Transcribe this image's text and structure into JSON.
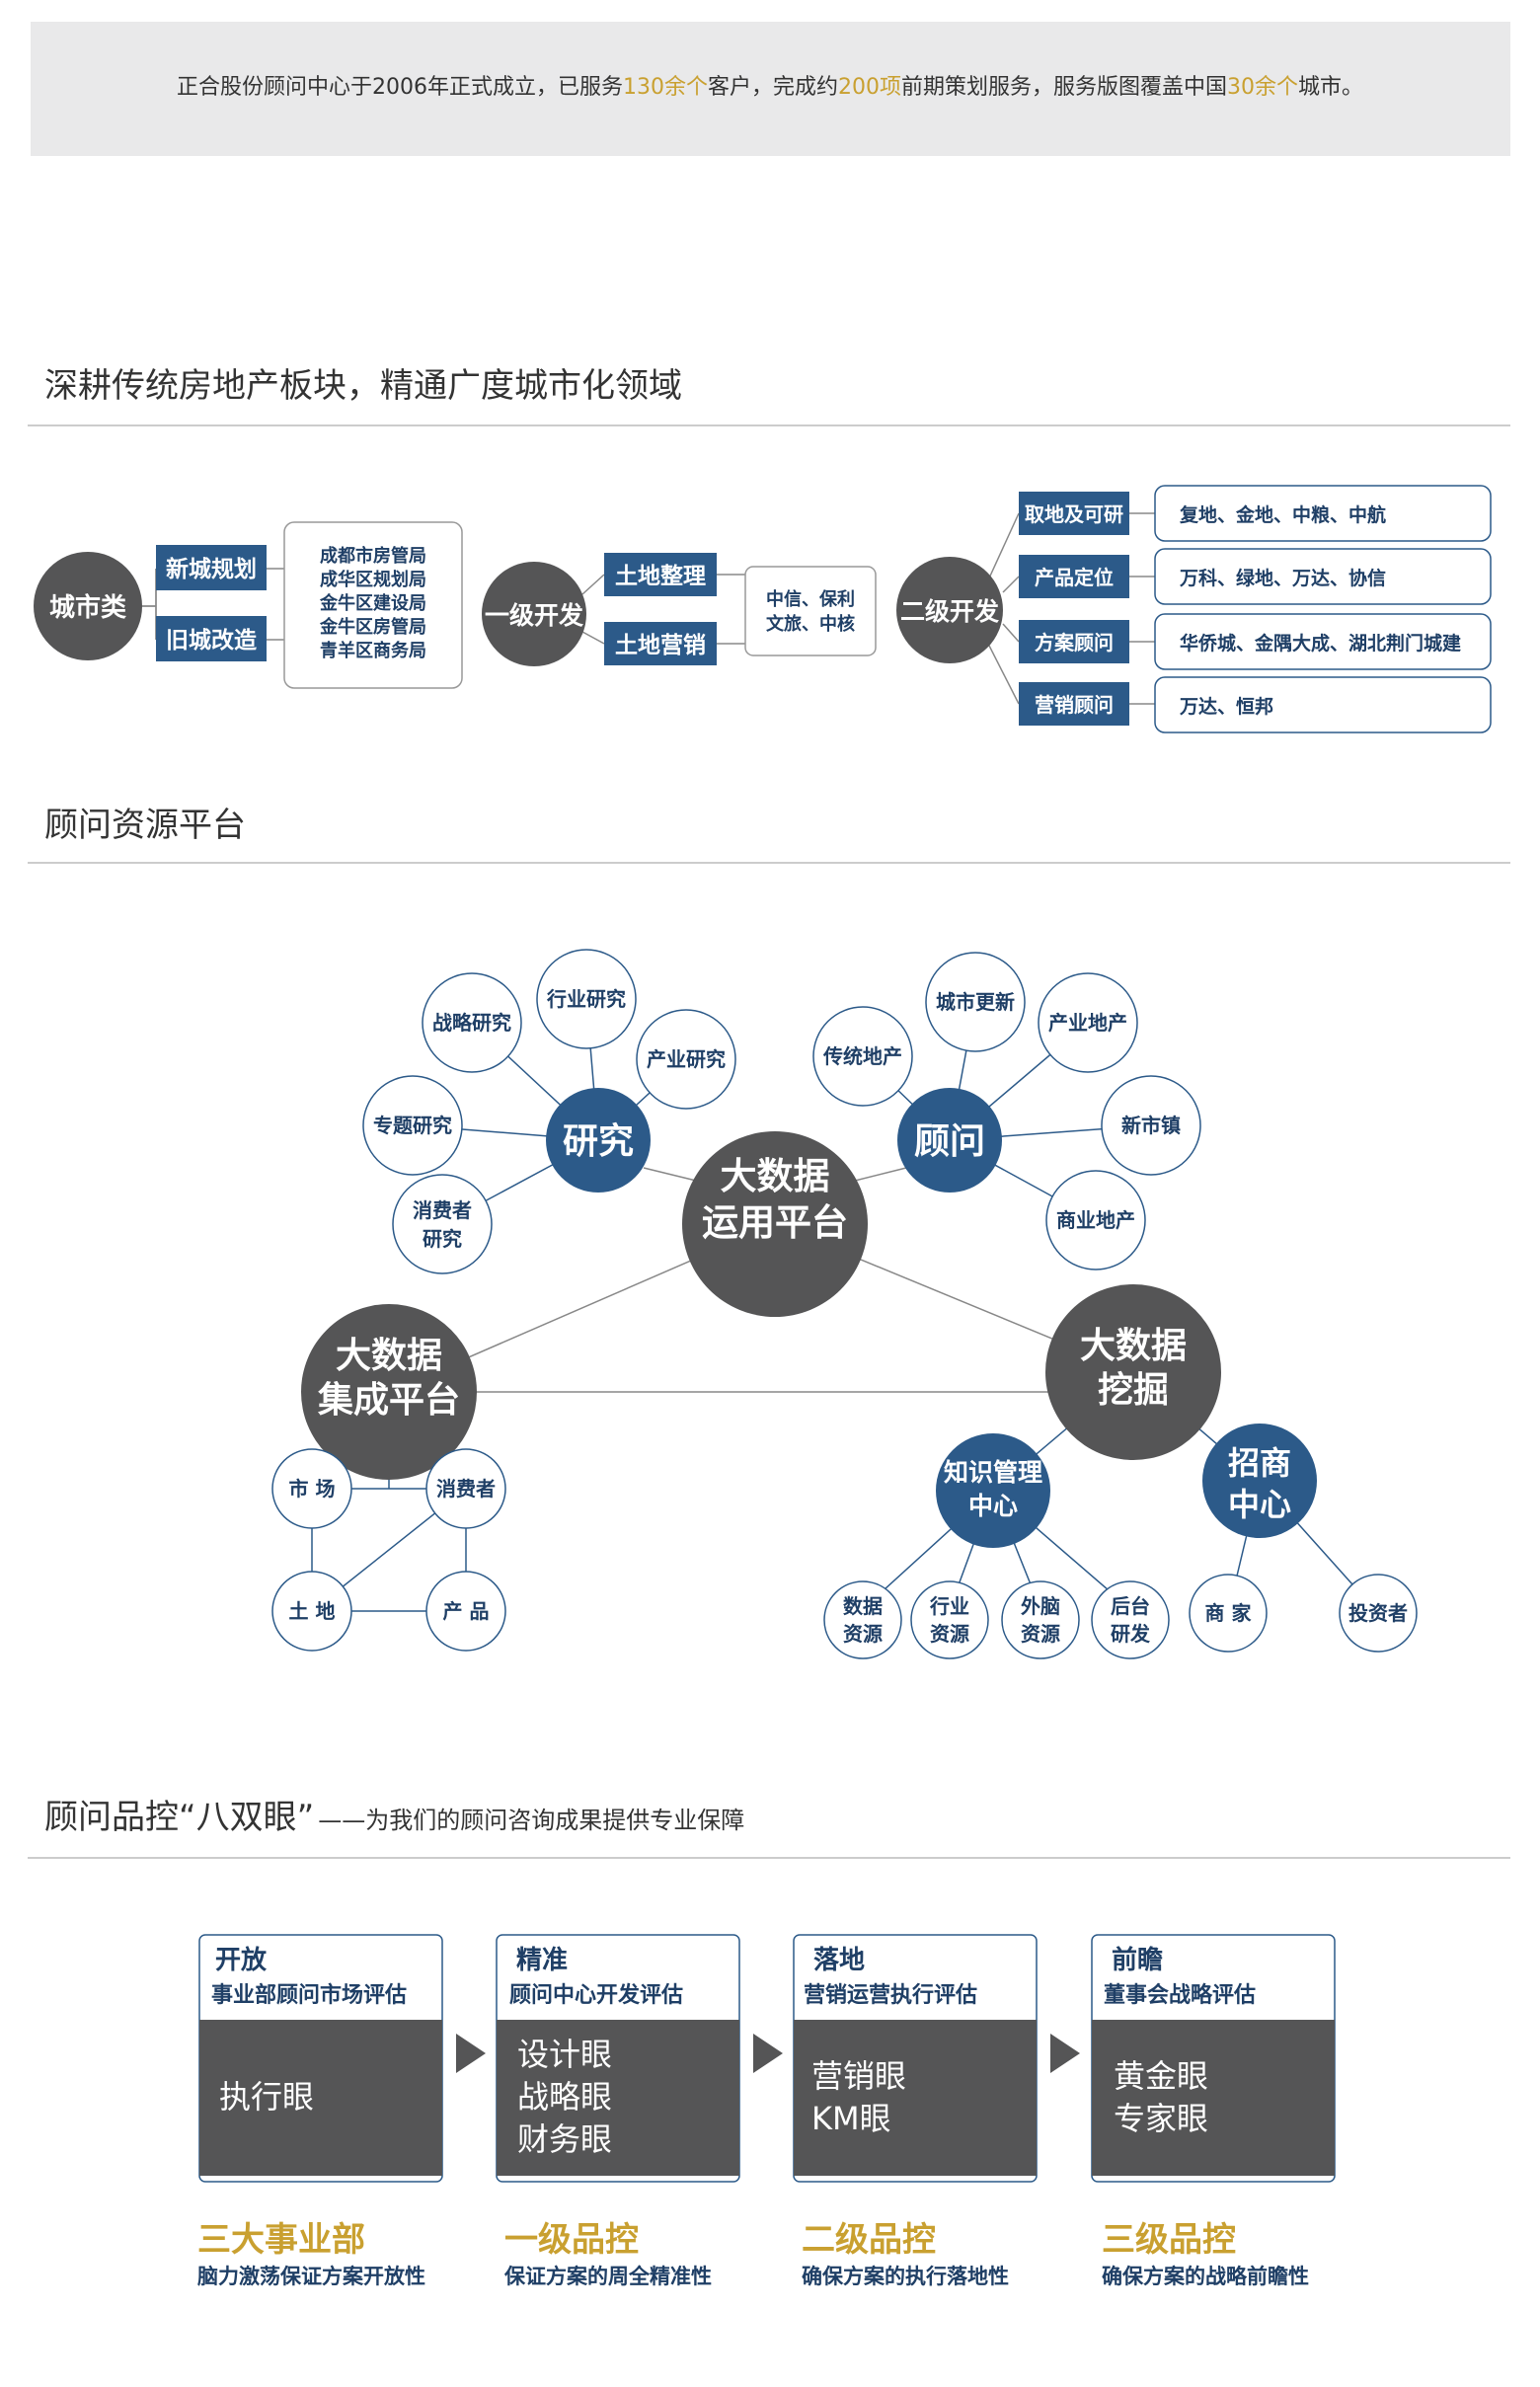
{
  "intro": {
    "prefix": "正合股份顾问中心于2006年正式成立，已服务",
    "n1": "130余个",
    "mid1": "客户，完成约",
    "n2": "200项",
    "mid2": "前期策划服务，服务版图覆盖中国",
    "n3": "30余个",
    "suffix": "城市。"
  },
  "section1": {
    "title": "深耕传统房地产板块，精通广度城市化领域",
    "city": {
      "hub": "城市类",
      "items": [
        "新城规划",
        "旧城改造"
      ],
      "clients": [
        "成都市房管局",
        "成华区规划局",
        "金牛区建设局",
        "金牛区房管局",
        "青羊区商务局"
      ]
    },
    "primary": {
      "hub": "一级开发",
      "items": [
        "土地整理",
        "土地营销"
      ],
      "clients": [
        "中信、保利",
        "文旅、中核"
      ]
    },
    "secondary": {
      "hub": "二级开发",
      "items": [
        {
          "label": "取地及可研",
          "clients": "复地、金地、中粮、中航"
        },
        {
          "label": "产品定位",
          "clients": "万科、绿地、万达、协信"
        },
        {
          "label": "方案顾问",
          "clients": "华侨城、金隅大成、湖北荆门城建"
        },
        {
          "label": "营销顾问",
          "clients": "万达、恒邦"
        }
      ]
    }
  },
  "section2": {
    "title": "顾问资源平台",
    "center": [
      "大数据",
      "运用平台"
    ],
    "research": {
      "hub": "研究",
      "nodes": [
        "战略研究",
        "行业研究",
        "产业研究",
        "专题研究",
        "消费者",
        "研究"
      ]
    },
    "advisory": {
      "hub": "顾问",
      "nodes": [
        "城市更新",
        "传统地产",
        "产业地产",
        "新市镇",
        "商业地产"
      ]
    },
    "integration": {
      "hub": [
        "大数据",
        "集成平台"
      ],
      "nodes": [
        "市 场",
        "消费者",
        "土 地",
        "产 品"
      ]
    },
    "mining": {
      "hub": [
        "大数据",
        "挖掘"
      ],
      "knowledge": {
        "hub": [
          "知识管理",
          "中心"
        ],
        "nodes": [
          [
            "数据",
            "资源"
          ],
          [
            "行业",
            "资源"
          ],
          [
            "外脑",
            "资源"
          ],
          [
            "后台",
            "研发"
          ]
        ]
      },
      "investment": {
        "hub": [
          "招商",
          "中心"
        ],
        "nodes": [
          "商 家",
          "投资者"
        ]
      }
    }
  },
  "section3": {
    "title": "顾问品控“八双眼”",
    "subtitle": "——为我们的顾问咨询成果提供专业保障",
    "stages": [
      {
        "head": "开放",
        "sub": "事业部顾问市场评估",
        "eyes": [
          "执行眼"
        ],
        "level": "三大事业部",
        "desc": "脑力激荡保证方案开放性"
      },
      {
        "head": "精准",
        "sub": "顾问中心开发评估",
        "eyes": [
          "设计眼",
          "战略眼",
          "财务眼"
        ],
        "level": "一级品控",
        "desc": "保证方案的周全精准性"
      },
      {
        "head": "落地",
        "sub": "营销运营执行评估",
        "eyes": [
          "营销眼",
          "KM眼"
        ],
        "level": "二级品控",
        "desc": "确保方案的执行落地性"
      },
      {
        "head": "前瞻",
        "sub": "董事会战略评估",
        "eyes": [
          "黄金眼",
          "专家眼"
        ],
        "level": "三级品控",
        "desc": "确保方案的战略前瞻性"
      }
    ]
  },
  "colors": {
    "navy": "#2c5a89",
    "gray": "#555556",
    "gold": "#c9a030",
    "panel": "#e9e9ea"
  }
}
